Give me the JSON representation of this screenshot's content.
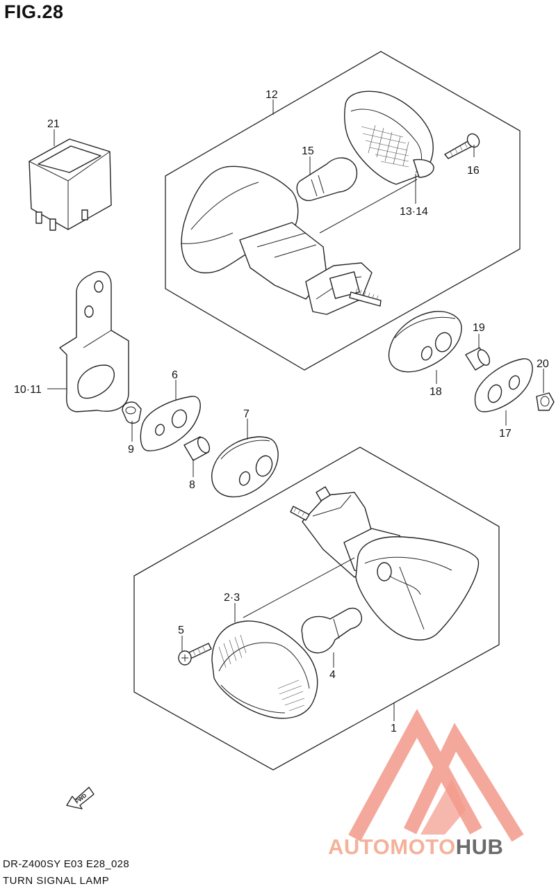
{
  "figure": {
    "title": "FIG.28"
  },
  "callouts": {
    "p1": "1",
    "p2_3": "2·3",
    "p4": "4",
    "p5": "5",
    "p6": "6",
    "p7": "7",
    "p8": "8",
    "p9": "9",
    "p10_11": "10·11",
    "p12": "12",
    "p13_14": "13·14",
    "p15": "15",
    "p16": "16",
    "p17": "17",
    "p18": "18",
    "p19": "19",
    "p20": "20",
    "p21": "21"
  },
  "fwd_label": "FWD",
  "footer": {
    "model_code": "DR-Z400SY E03 E28_028",
    "section_name": "TURN SIGNAL LAMP"
  },
  "watermark": {
    "part1": "AUTO",
    "part2": "MOTO",
    "part3": "HUB",
    "color_light": "#f5b199",
    "color_dark": "#6b6b6b",
    "color_logo": "#f29a8a"
  }
}
